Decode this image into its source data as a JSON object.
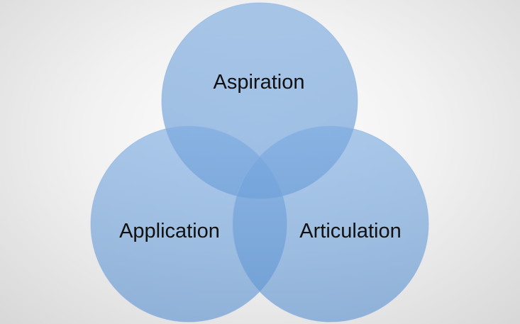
{
  "diagram": {
    "type": "venn",
    "sets": [
      {
        "id": "aspiration",
        "label": "Aspiration"
      },
      {
        "id": "application",
        "label": "Application"
      },
      {
        "id": "articulation",
        "label": "Articulation"
      }
    ],
    "colors": {
      "circle_fill": "#6f9fd8",
      "circle_stroke": "#7ea9dc"
    }
  }
}
